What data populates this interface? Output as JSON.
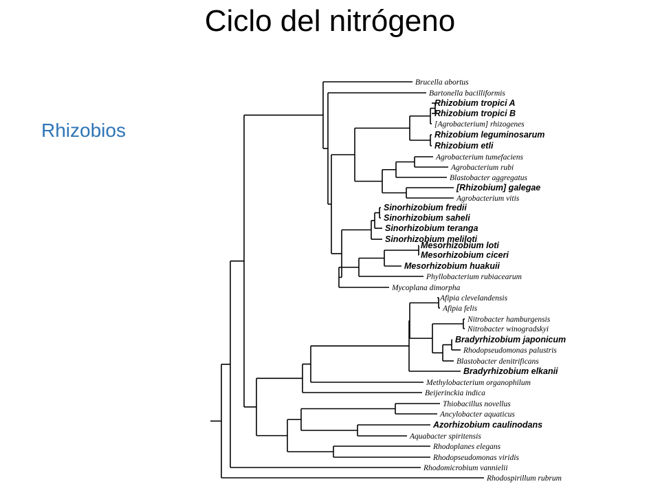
{
  "slide": {
    "title": "Ciclo del nitrógeno",
    "side_label": "Rhizobios"
  },
  "tree": {
    "taxa": [
      {
        "name": "Brucella abortus",
        "bold": false
      },
      {
        "name": "Bartonella bacilliformis",
        "bold": false
      },
      {
        "name": "Rhizobium tropici A",
        "bold": true
      },
      {
        "name": "Rhizobium tropici B",
        "bold": true
      },
      {
        "name": "[Agrobacterium] rhizogenes",
        "bold": false
      },
      {
        "name": "Rhizobium leguminosarum",
        "bold": true
      },
      {
        "name": "Rhizobium etli",
        "bold": true
      },
      {
        "name": "Agrobacterium tumefaciens",
        "bold": false
      },
      {
        "name": "Agrobacterium rubi",
        "bold": false
      },
      {
        "name": "Blastobacter aggregatus",
        "bold": false
      },
      {
        "name": "[Rhizobium] galegae",
        "bold": true
      },
      {
        "name": "Agrobacterium vitis",
        "bold": false
      },
      {
        "name": "Sinorhizobium fredii",
        "bold": true
      },
      {
        "name": "Sinorhizobium saheli",
        "bold": true
      },
      {
        "name": "Sinorhizobium teranga",
        "bold": true
      },
      {
        "name": "Sinorhizobium meliloti",
        "bold": true
      },
      {
        "name": "Mesorhizobium loti",
        "bold": true
      },
      {
        "name": "Mesorhizobium ciceri",
        "bold": true
      },
      {
        "name": "Mesorhizobium huakuii",
        "bold": true
      },
      {
        "name": "Phyllobacterium rubiacearum",
        "bold": false
      },
      {
        "name": "Mycoplana dimorpha",
        "bold": false
      },
      {
        "name": "Afipia clevelandensis",
        "bold": false
      },
      {
        "name": "Afipia felis",
        "bold": false
      },
      {
        "name": "Nitrobacter hamburgensis",
        "bold": false
      },
      {
        "name": "Nitrobacter winogradskyi",
        "bold": false
      },
      {
        "name": "Bradyrhizobium japonicum",
        "bold": true
      },
      {
        "name": "Rhodopseudomonas palustris",
        "bold": false
      },
      {
        "name": "Blastobacter denitrificans",
        "bold": false
      },
      {
        "name": "Bradyrhizobium elkanii",
        "bold": true
      },
      {
        "name": "Methylobacterium organophilum",
        "bold": false
      },
      {
        "name": "Beijerinckia indica",
        "bold": false
      },
      {
        "name": "Thiobacillus novellus",
        "bold": false
      },
      {
        "name": "Ancylobacter aquaticus",
        "bold": false
      },
      {
        "name": "Azorhizobium caulinodans",
        "bold": true
      },
      {
        "name": "Aquabacter spiritensis",
        "bold": false
      },
      {
        "name": "Rhodoplanes elegans",
        "bold": false
      },
      {
        "name": "Rhodopseudomonas viridis",
        "bold": false
      },
      {
        "name": "Rhodomicrobium vannielii",
        "bold": false
      },
      {
        "name": "Rhodospirillum rubrum",
        "bold": false
      }
    ]
  }
}
